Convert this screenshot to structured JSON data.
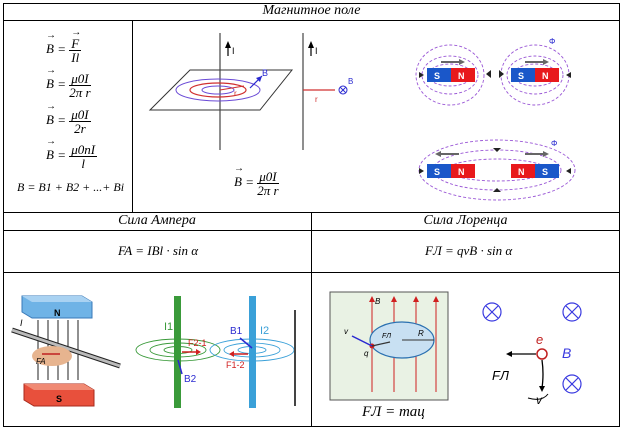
{
  "headers": {
    "magnetic_field": "Магнитное поле",
    "ampere_force": "Сила Ампера",
    "lorentz_force": "Сила Лоренца"
  },
  "formulas": {
    "b_def": {
      "lhs": "B",
      "num": "F",
      "den": "Il"
    },
    "b_straight": {
      "lhs": "B",
      "num": "μ0I",
      "den": "2π r"
    },
    "b_loop": {
      "lhs": "B",
      "num": "μ0I",
      "den": "2r"
    },
    "b_solenoid": {
      "lhs": "B",
      "num": "μ0nI",
      "den": "l"
    },
    "b_superposition": "B = B1 + B2 + ...+ Bi",
    "b_wire_center": {
      "lhs": "B",
      "num": "μ0I",
      "den": "2π r"
    },
    "ampere": "FA = IBl · sin α",
    "lorentz": "FЛ = qvB · sin α",
    "lorentz_accel": "FЛ = maц"
  },
  "diagram_labels": {
    "current_I": "I",
    "B": "B",
    "r": "r",
    "phi": "Φ",
    "S": "S",
    "N": "N",
    "I1": "I1",
    "I2": "I2",
    "F21": "F2-1",
    "F12": "F1-2",
    "B1": "B1",
    "B2": "B2",
    "FA": "FA",
    "e": "e",
    "v": "v",
    "R": "R",
    "q": "q",
    "FL": "FЛ"
  },
  "colors": {
    "magnet_red": "#e8191c",
    "magnet_blue": "#1a57c9",
    "field_line": "#9a57d6",
    "green_wire": "#3a9a3a",
    "blue_wire": "#3aa0d8",
    "b_cross": "#3a3ae0"
  }
}
